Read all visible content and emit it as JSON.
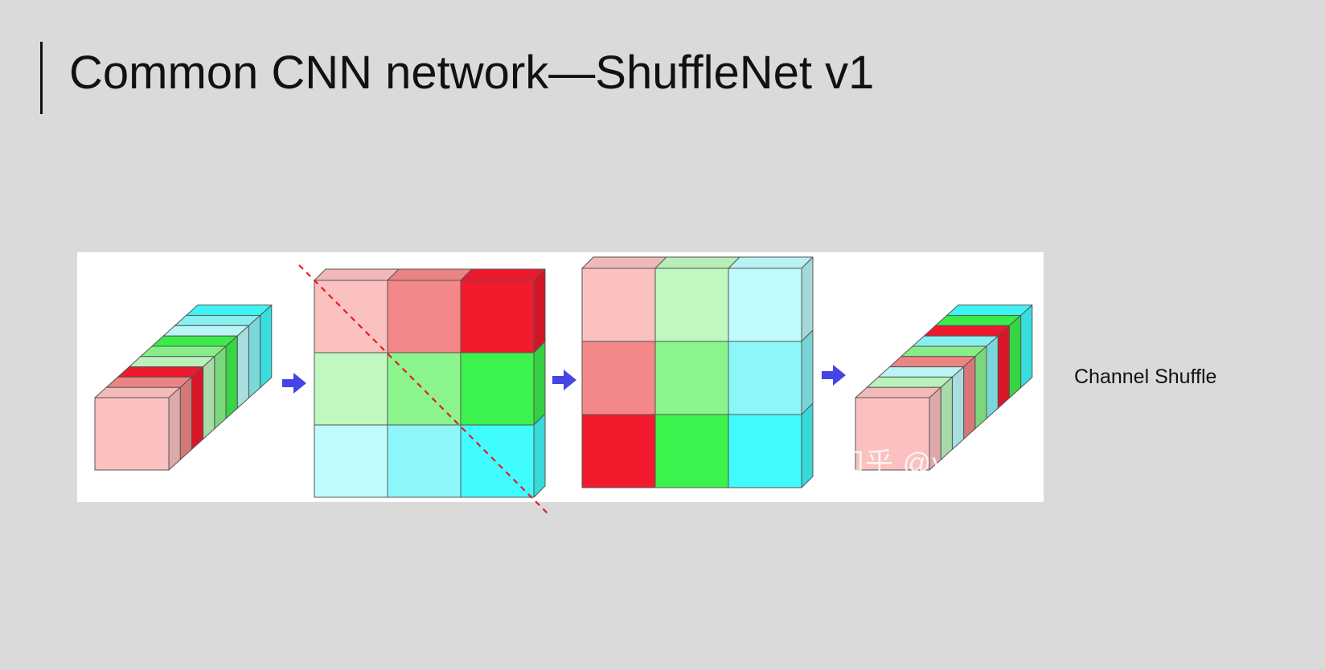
{
  "slide": {
    "title": "Common CNN network—ShuffleNet v1",
    "side_label": "Channel Shuffle",
    "watermark": "知乎 @yan liu"
  },
  "colors": {
    "background": "#dadada",
    "panel": "#ffffff",
    "red_light": "#fbc0c0",
    "red_mid": "#f48888",
    "red_dark": "#f41a2e",
    "green_light": "#c0f8c0",
    "green_mid": "#8cf48c",
    "green_dark": "#3cf24c",
    "cyan_light": "#c0fcfc",
    "cyan_mid": "#8cf6f8",
    "cyan_dark": "#40fcfc",
    "arrow": "#4545e5",
    "dashed_line": "#e61e1e"
  },
  "diagram": {
    "stages": [
      {
        "name": "input-channels",
        "channels": [
          "red_light",
          "red_mid",
          "red_dark",
          "green_light",
          "green_mid",
          "green_dark",
          "cyan_light",
          "cyan_mid",
          "cyan_dark"
        ]
      },
      {
        "name": "grouped-matrix",
        "rows": [
          [
            "red_light",
            "red_mid",
            "red_dark"
          ],
          [
            "green_light",
            "green_mid",
            "green_dark"
          ],
          [
            "cyan_light",
            "cyan_mid",
            "cyan_dark"
          ]
        ]
      },
      {
        "name": "transposed-matrix",
        "rows": [
          [
            "red_light",
            "green_light",
            "cyan_light"
          ],
          [
            "red_mid",
            "green_mid",
            "cyan_mid"
          ],
          [
            "red_dark",
            "green_dark",
            "cyan_dark"
          ]
        ]
      },
      {
        "name": "shuffled-channels",
        "channels": [
          "red_light",
          "green_light",
          "cyan_light",
          "red_mid",
          "green_mid",
          "cyan_mid",
          "red_dark",
          "green_dark",
          "cyan_dark"
        ]
      }
    ]
  }
}
